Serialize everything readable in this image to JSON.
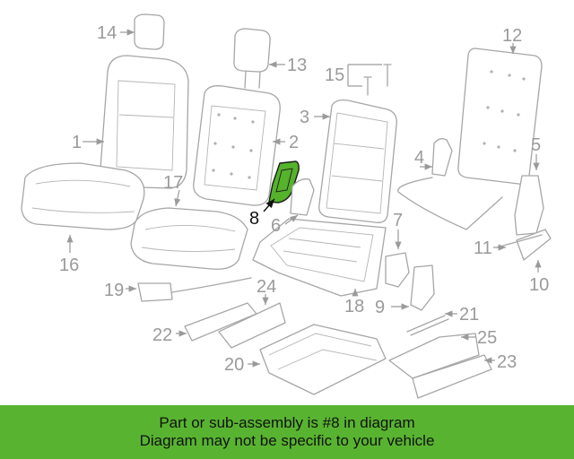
{
  "diagram": {
    "callouts": [
      "1",
      "2",
      "3",
      "4",
      "5",
      "6",
      "7",
      "8",
      "9",
      "10",
      "11",
      "12",
      "13",
      "14",
      "15",
      "16",
      "17",
      "18",
      "19",
      "20",
      "21",
      "22",
      "23",
      "24",
      "25"
    ],
    "colors": {
      "line_art": "#a6a6a6",
      "highlight_fill": "#55b32b",
      "highlight_label": "#111111",
      "banner_bg": "#58b430"
    }
  },
  "banner": {
    "line1": "Part or sub-assembly is #8 in diagram",
    "line2": "Diagram may not be specific to your vehicle"
  }
}
